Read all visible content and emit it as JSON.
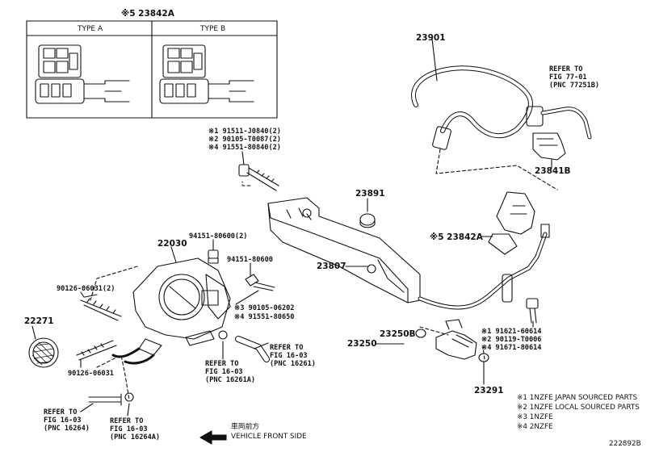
{
  "connector_box": {
    "title": "※5 23842A",
    "type_a": "TYPE A",
    "type_b": "TYPE B"
  },
  "part_labels": {
    "p23901": "23901",
    "p23841b": "23841B",
    "p23891": "23891",
    "p23842a": "※5 23842A",
    "p23807": "23807",
    "p22030": "22030",
    "p22271": "22271",
    "p23250": "23250",
    "p23250b": "23250B",
    "p23291": "23291"
  },
  "bolt_labels_top": [
    "※1 91511-J0840(2)",
    "※2 90105-T0087(2)",
    "※4 91551-80840(2)"
  ],
  "label_94151_2": "94151-80600(2)",
  "label_94151": "94151-80600",
  "label_90126_2": "90126-06031(2)",
  "label_90126": "90126-06031",
  "label_90105": [
    "※3 90105-06202",
    "※4 91551-80650"
  ],
  "label_bolts_right": [
    "※1 91621-60614",
    "※2 90119-T0006",
    "※4 91671-80614"
  ],
  "refer_77": [
    "REFER TO",
    "FIG 77-01",
    "(PNC 77251B)"
  ],
  "refer_16261a": [
    "REFER TO",
    "FIG 16-03",
    "(PNC 16261A)"
  ],
  "refer_16261": [
    "REFER TO",
    "FIG 16-03",
    "(PNC 16261)"
  ],
  "refer_16264": [
    "REFER TO",
    "FIG 16-03",
    "(PNC 16264)"
  ],
  "refer_16264a": [
    "REFER TO",
    "FIG 16-03",
    "(PNC 16264A)"
  ],
  "front": [
    "車両前方",
    "VEHICLE FRONT SIDE"
  ],
  "legend": [
    "※1 1NZFE  JAPAN SOURCED PARTS",
    "※2 1NZFE  LOCAL SOURCED PARTS",
    "※3 1NZFE",
    "※4 2NZFE"
  ],
  "diagram_id": "222892B"
}
